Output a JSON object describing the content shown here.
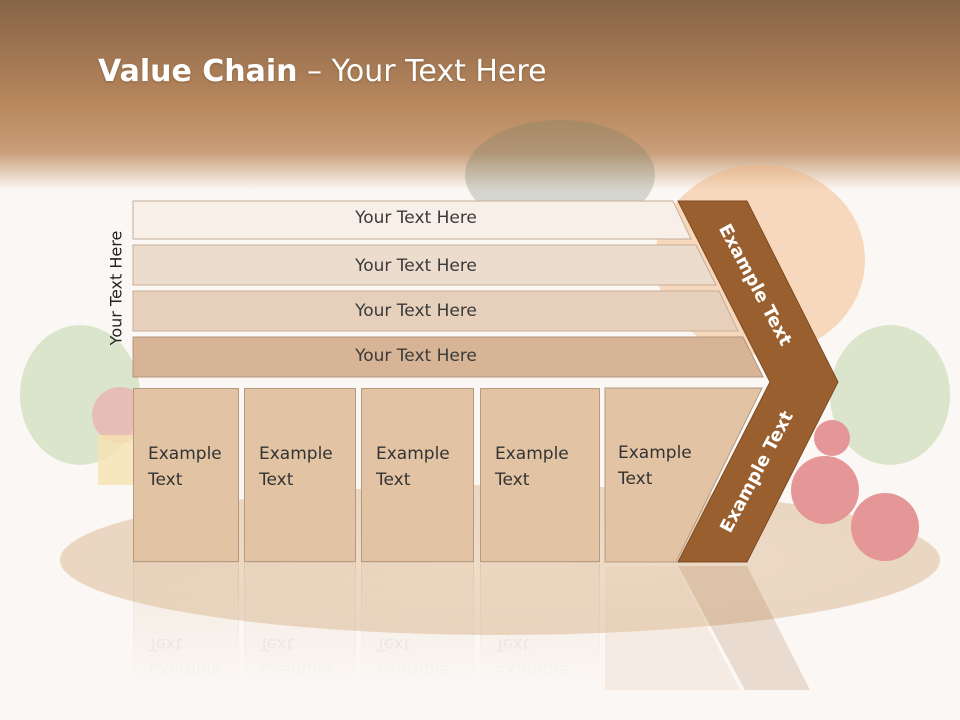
{
  "title": {
    "bold": "Value Chain",
    "rest": " – Your Text Here"
  },
  "side_label": "Your Text Here",
  "support_rows": [
    {
      "label": "Your Text Here"
    },
    {
      "label": "Your Text Here"
    },
    {
      "label": "Your Text Here"
    },
    {
      "label": "Your Text Here"
    }
  ],
  "primary_columns": [
    {
      "line1": "Example",
      "line2": "Text"
    },
    {
      "line1": "Example",
      "line2": "Text"
    },
    {
      "line1": "Example",
      "line2": "Text"
    },
    {
      "line1": "Example",
      "line2": "Text"
    },
    {
      "line1": "Example",
      "line2": "Text"
    }
  ],
  "arrow": {
    "top_label": "Example Text",
    "bottom_label": "Example Text"
  },
  "colors": {
    "header_brown": "#a97a4f",
    "arrow_brown": "#9a5f2e",
    "row1": "#f7efe8",
    "row2": "#ecdccd",
    "row3": "#e6d0bc",
    "row4": "#d8b497",
    "column_fill": "#e2c4a4"
  }
}
